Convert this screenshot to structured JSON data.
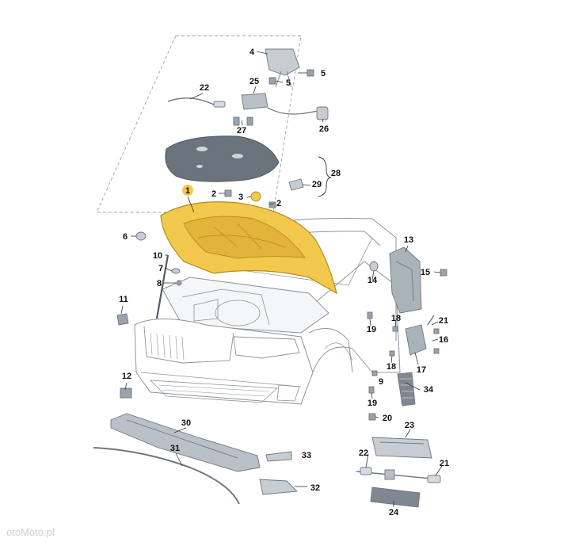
{
  "diagram": {
    "colors": {
      "hood_fill": "#f2c94c",
      "hood_inner": "#e3b43a",
      "hood_stroke": "#b58a1e",
      "part_fill": "#d7dce1",
      "part_dark": "#9aa3ab",
      "car_line": "#8c949c",
      "dash_line": "#9aa3ab",
      "ring_color": "#f2c94c"
    },
    "callouts": [
      {
        "id": "c1",
        "label": "1"
      },
      {
        "id": "c2a",
        "label": "2"
      },
      {
        "id": "c2b",
        "label": "2"
      },
      {
        "id": "c3",
        "label": "3"
      },
      {
        "id": "c4",
        "label": "4"
      },
      {
        "id": "c5a",
        "label": "5"
      },
      {
        "id": "c5b",
        "label": "5"
      },
      {
        "id": "c6",
        "label": "6"
      },
      {
        "id": "c7",
        "label": "7"
      },
      {
        "id": "c8",
        "label": "8"
      },
      {
        "id": "c9",
        "label": "9"
      },
      {
        "id": "c10",
        "label": "10"
      },
      {
        "id": "c11",
        "label": "11"
      },
      {
        "id": "c12",
        "label": "12"
      },
      {
        "id": "c13",
        "label": "13"
      },
      {
        "id": "c14",
        "label": "14"
      },
      {
        "id": "c15",
        "label": "15"
      },
      {
        "id": "c16",
        "label": "16"
      },
      {
        "id": "c17",
        "label": "17"
      },
      {
        "id": "c18a",
        "label": "18"
      },
      {
        "id": "c18b",
        "label": "18"
      },
      {
        "id": "c19a",
        "label": "19"
      },
      {
        "id": "c19b",
        "label": "19"
      },
      {
        "id": "c20",
        "label": "20"
      },
      {
        "id": "c21a",
        "label": "21"
      },
      {
        "id": "c21b",
        "label": "21"
      },
      {
        "id": "c22a",
        "label": "22"
      },
      {
        "id": "c22b",
        "label": "22"
      },
      {
        "id": "c23",
        "label": "23"
      },
      {
        "id": "c24",
        "label": "24"
      },
      {
        "id": "c25",
        "label": "25"
      },
      {
        "id": "c26",
        "label": "26"
      },
      {
        "id": "c27",
        "label": "27"
      },
      {
        "id": "c28",
        "label": "28"
      },
      {
        "id": "c29",
        "label": "29"
      },
      {
        "id": "c30",
        "label": "30"
      },
      {
        "id": "c31",
        "label": "31"
      },
      {
        "id": "c32",
        "label": "32"
      },
      {
        "id": "c33",
        "label": "33"
      },
      {
        "id": "c34",
        "label": "34"
      }
    ],
    "watermark": "otoMoto.pl"
  }
}
